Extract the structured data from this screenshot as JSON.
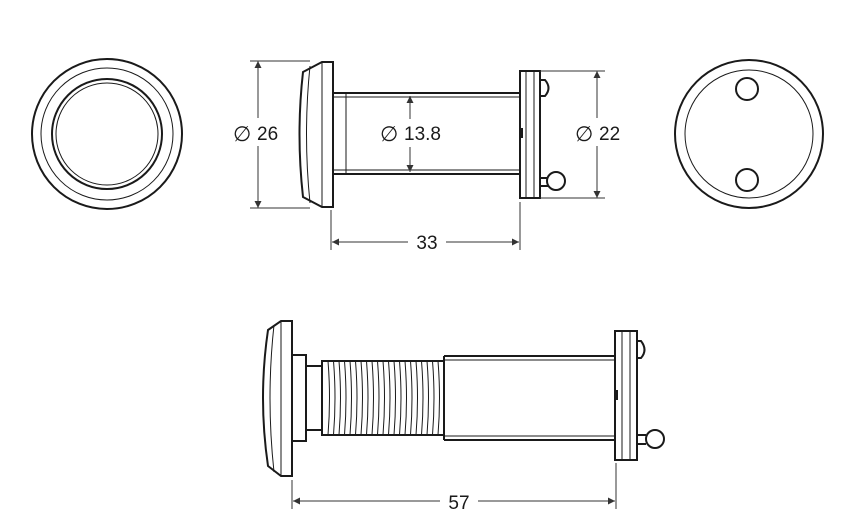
{
  "dimensions": {
    "flange_diameter": {
      "symbol": "∅",
      "value": "26"
    },
    "barrel_diameter": {
      "symbol": "∅",
      "value": "13.8"
    },
    "rear_diameter": {
      "symbol": "∅",
      "value": "22"
    },
    "min_length": "33",
    "max_length": "57"
  }
}
